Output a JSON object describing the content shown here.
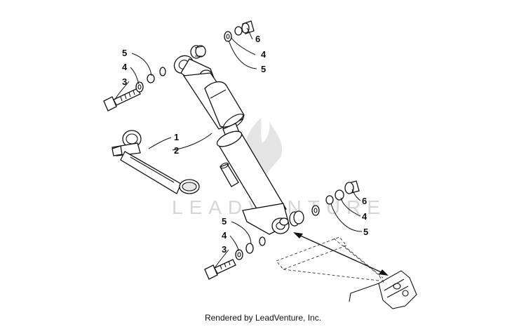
{
  "watermark": {
    "text": "LEADVENTURE",
    "color": "#d6d6d6"
  },
  "footer": {
    "text": "Rendered by LeadVenture, Inc."
  },
  "callouts": [
    {
      "id": "c1-top-left-5",
      "label": "5"
    },
    {
      "id": "c2-top-left-4",
      "label": "4"
    },
    {
      "id": "c3-top-left-3",
      "label": "3"
    },
    {
      "id": "c4-top-right-6",
      "label": "6"
    },
    {
      "id": "c5-top-right-4",
      "label": "4"
    },
    {
      "id": "c6-top-right-5",
      "label": "5"
    },
    {
      "id": "c7-mid-1",
      "label": "1"
    },
    {
      "id": "c8-mid-2",
      "label": "2"
    },
    {
      "id": "c9-bottom-right-6",
      "label": "6"
    },
    {
      "id": "c10-bottom-right-4",
      "label": "4"
    },
    {
      "id": "c11-bottom-right-5",
      "label": "5"
    },
    {
      "id": "c12-bottom-left-5",
      "label": "5"
    },
    {
      "id": "c13-bottom-left-4",
      "label": "4"
    },
    {
      "id": "c14-bottom-left-3",
      "label": "3"
    }
  ]
}
